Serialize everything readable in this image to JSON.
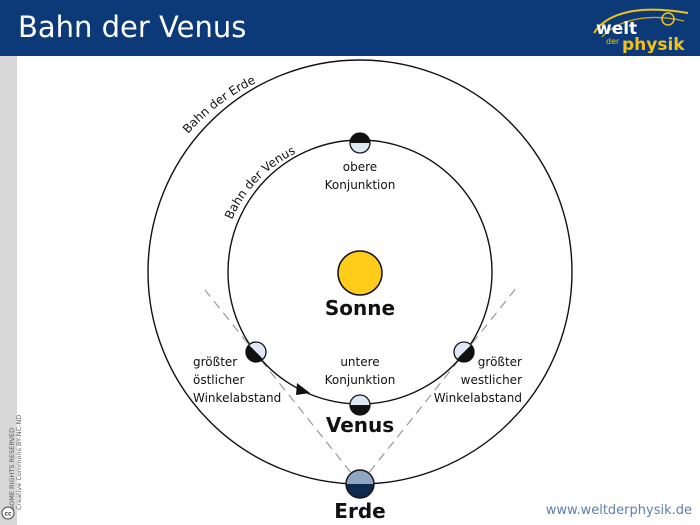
{
  "header": {
    "title": "Bahn der Venus"
  },
  "logo": {
    "line1": "welt",
    "line2": "der",
    "line3": "physik"
  },
  "license": {
    "line1": "SOME RIGHTS RESERVED",
    "line2": "Creative Commons BY-NC-ND",
    "badge": "cc"
  },
  "diagram": {
    "earth_orbit_label": "Bahn der Erde",
    "venus_orbit_label": "Bahn der Venus",
    "sun_label": "Sonne",
    "venus_label": "Venus",
    "earth_label": "Erde",
    "superior_conjunction": [
      "obere",
      "Konjunktion"
    ],
    "inferior_conjunction": [
      "untere",
      "Konjunktion"
    ],
    "eastern_elongation": [
      "größter",
      "östlicher",
      "Winkelabstand"
    ],
    "western_elongation": [
      "größter",
      "westlicher",
      "Winkelabstand"
    ],
    "colors": {
      "sun": "#ffcc1a",
      "venus_lit": "#dfe9f6",
      "earth_day": "#8fa7c2",
      "earth_night": "#0f2a4f",
      "sight_lines": "#999999"
    }
  },
  "footer": {
    "url": "www.weltderphysik.de"
  }
}
